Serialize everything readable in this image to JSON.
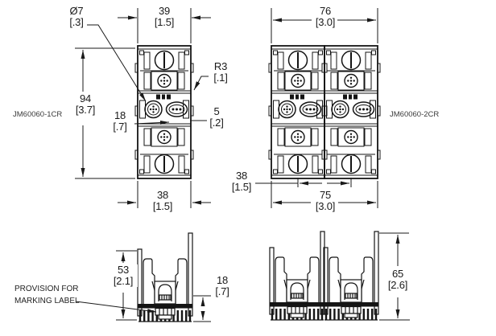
{
  "front_view_1pole": {
    "part_label": "JM60060-1CR",
    "dim_hole_diameter": {
      "metric": "Ø7",
      "imperial": "[.3]"
    },
    "dim_top_width": {
      "metric": "39",
      "imperial": "[1.5]"
    },
    "dim_height": {
      "metric": "94",
      "imperial": "[3.7]"
    },
    "dim_corner_radius": {
      "metric": "R3",
      "imperial": "[.1]"
    },
    "dim_terminal": {
      "metric": "18",
      "imperial": "[.7]"
    },
    "dim_gap": {
      "metric": "5",
      "imperial": "[.2]"
    },
    "dim_bottom_width": {
      "metric": "38",
      "imperial": "[1.5]"
    }
  },
  "front_view_2pole": {
    "part_label": "JM60060-2CR",
    "dim_top_width": {
      "metric": "76",
      "imperial": "[3.0]"
    },
    "dim_pole_spacing": {
      "metric": "38",
      "imperial": "[1.5]"
    },
    "dim_bottom_width": {
      "metric": "75",
      "imperial": "[3.0]"
    }
  },
  "side_view_1pole": {
    "dim_wall_height": {
      "metric": "53",
      "imperial": "[2.1]"
    },
    "dim_base_height": {
      "metric": "18",
      "imperial": "[.7]"
    },
    "note": {
      "line1": "PROVISION FOR",
      "line2": "MARKING LABEL"
    }
  },
  "side_view_2pole": {
    "dim_overall_height": {
      "metric": "65",
      "imperial": "[2.6]"
    }
  }
}
